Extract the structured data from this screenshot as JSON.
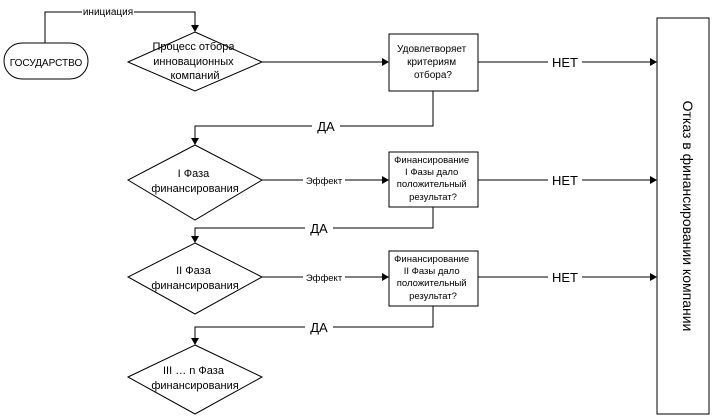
{
  "diagram": {
    "start": {
      "label": "ГОСУДАРСТВО"
    },
    "initiation_label": "инициация",
    "selection_process": {
      "lines": [
        "Процесс отбора",
        "инновационных",
        "компаний"
      ]
    },
    "selection_check": {
      "lines": [
        "Удовлетворяет",
        "критериям",
        "отбора?"
      ]
    },
    "phase1": {
      "lines": [
        "I Фаза",
        "финансирования"
      ]
    },
    "phase1_check": {
      "lines": [
        "Финансирование",
        "I Фазы дало",
        "положительный",
        "результат?"
      ]
    },
    "phase2": {
      "lines": [
        "II Фаза",
        "финансирования"
      ]
    },
    "phase2_check": {
      "lines": [
        "Финансирование",
        "II Фазы дало",
        "положительный",
        "результат?"
      ]
    },
    "phase3": {
      "lines": [
        "III … n Фаза",
        "финансирования"
      ]
    },
    "effect_label": "Эффект",
    "yes_label": "ДА",
    "no_label": "НЕТ",
    "rejection_label": "Отказ в финансировании компании"
  }
}
